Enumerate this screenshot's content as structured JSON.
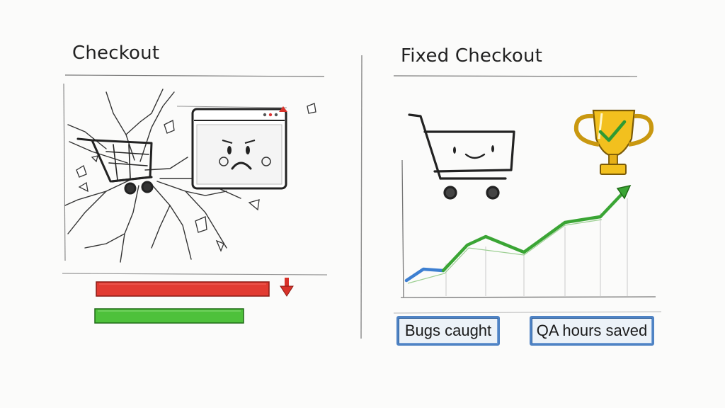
{
  "left_panel": {
    "title": "Checkout"
  },
  "right_panel": {
    "title": "Fixed Checkout",
    "metrics": [
      {
        "label": "Bugs caught"
      },
      {
        "label": "QA hours saved"
      }
    ]
  },
  "colors": {
    "bad_bar": "#e23b32",
    "good_bar": "#4ec13b",
    "trend_green": "#3aa534",
    "trend_blue": "#3d7fd1",
    "trophy_gold": "#f2c01e",
    "label_border": "#4f83c4",
    "alert_arrow": "#d8322a"
  },
  "icons": [
    "broken-cart-icon",
    "sad-browser-window-icon",
    "down-arrow-icon",
    "happy-cart-icon",
    "trophy-icon",
    "checkmark-icon",
    "up-trend-arrow-icon"
  ]
}
